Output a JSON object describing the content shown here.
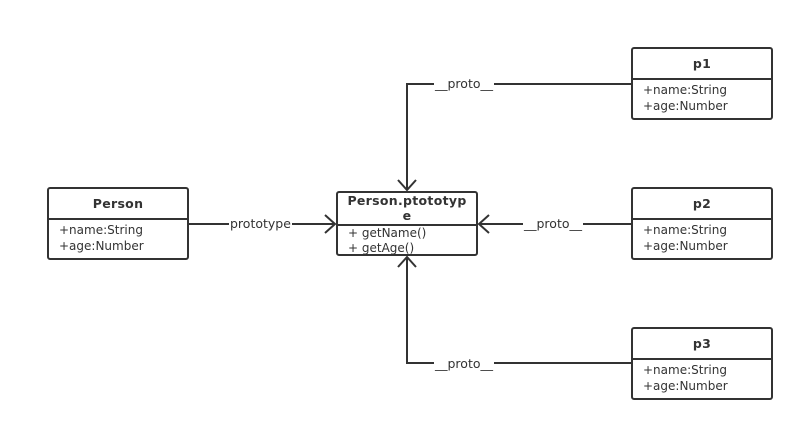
{
  "classes": {
    "person": {
      "name": "Person",
      "members": [
        "+name:String",
        "+age:Number"
      ]
    },
    "prototype": {
      "name": "Person.ptototype",
      "members": [
        "+ getName()",
        "+ getAge()"
      ]
    },
    "p1": {
      "name": "p1",
      "members": [
        "+name:String",
        "+age:Number"
      ]
    },
    "p2": {
      "name": "p2",
      "members": [
        "+name:String",
        "+age:Number"
      ]
    },
    "p3": {
      "name": "p3",
      "members": [
        "+name:String",
        "+age:Number"
      ]
    }
  },
  "edges": {
    "person_to_prototype": "prototype",
    "p1_to_prototype": "__proto__",
    "p2_to_prototype": "__proto__",
    "p3_to_prototype": "__proto__"
  },
  "colors": {
    "stroke": "#333333",
    "background": "#ffffff"
  }
}
